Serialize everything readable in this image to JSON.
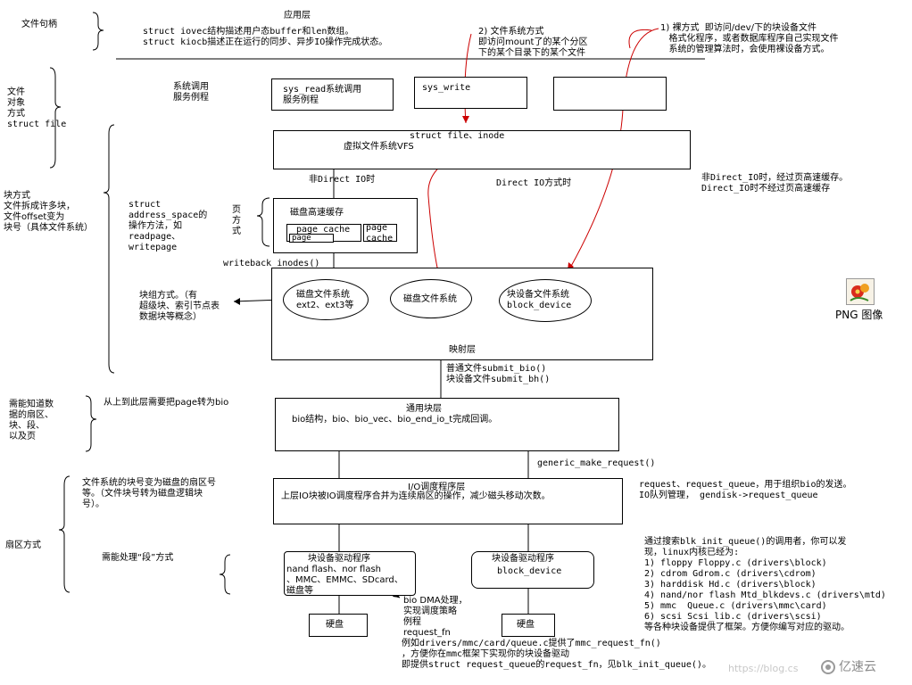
{
  "left": {
    "file_handle": "文件句柄",
    "file_object": "文件\n对象\n方式\nstruct file",
    "block_mode": "块方式\n文件拆成许多块，\n文件offset变为\n块号（具体文件系统）",
    "need_know": "需能知道数\n据的扇区、\n块、段、\n以及页",
    "sector_mode": "扇区方式"
  },
  "top": {
    "app_layer": "应用层",
    "iovec": "struct iovec结构描述用户态buffer和len数组。\nstruct kiocb描述正在运行的同步、异步IO操作完成状态。",
    "fs_mode": "2) 文件系统方式\n即访问mount了的某个分区\n下的某个目录下的某个文件",
    "raw_mode": "1) 裸方式  即访问/dev/下的块设备文件\n   格式化程序，或者数据库程序自己实现文件\n   系统的管理算法时，会使用裸设备方式。"
  },
  "syscall": {
    "label": "系统调用\n服务例程",
    "sys_read": "sys_read系统调用\n服务例程",
    "sys_write": "sys_write"
  },
  "vfs": {
    "title": "struct file、inode",
    "subtitle": "虚拟文件系统VFS",
    "non_direct": "非Direct IO时",
    "direct": "Direct IO方式时",
    "note": "非Direct_IO时，经过页高速缓存。\nDirect_IO时不经过页高速缓存"
  },
  "cache": {
    "address_space": "struct\naddress_space的\n操作方法，如\nreadpage、\nwritepage",
    "page_mode": "页\n方\n式",
    "title": "磁盘高速缓存",
    "page_cache_1": "page cache",
    "page_1": "page",
    "page_cache_2": "page\ncache",
    "writeback": "writeback_inodes()"
  },
  "mapping": {
    "block_group": "块组方式。（有\n超级块、索引节点表\n数据块等概念）",
    "disk_fs_1": "磁盘文件系统\next2、ext3等",
    "disk_fs_2": "磁盘文件系统",
    "block_dev_fs": "块设备文件系统\nblock_device",
    "label": "映射层",
    "submit": "普通文件submit_bio()\n块设备文件submit_bh()",
    "png_label": "PNG 图像"
  },
  "generic": {
    "page_to_bio": "从上到此层需要把page转为bio",
    "title": "通用块层",
    "desc": "bio结构，bio、bio_vec、bio_end_io_t完成回调。",
    "make_request": "generic_make_request()"
  },
  "iosched": {
    "convert": "文件系统的块号变为磁盘的扇区号\n等。（文件块号转为磁盘逻辑块\n号）。",
    "title": "I/O调度程序层",
    "desc": "上层IO块被IO调度程序合并为连续扇区的操作，减少磁头移动次数。",
    "right_note": "request、request_queue，用于组织bio的发送。\nIO队列管理， gendisk->request_queue"
  },
  "driver": {
    "segment": "需能处理“段”方式",
    "drv1_title": "块设备驱动程序",
    "drv1_list": "nand flash、nor flash\n、MMC、EMMC、SDcard、\n磁盘等",
    "drv2_title": "块设备驱动程序",
    "drv2_sub": "block_device",
    "dma": "bio DMA处理，\n实现调度策略\n例程\nrequest_fn",
    "disk1": "硬盘",
    "disk2": "硬盘",
    "search_note": "通过搜索blk_init_queue()的调用者，你可以发\n现，linux内核已经为:\n1) floppy Floppy.c (drivers\\block)\n2) cdrom Gdrom.c (drivers\\cdrom)\n3) harddisk Hd.c (drivers\\block)\n4) nand/nor flash Mtd_blkdevs.c (drivers\\mtd)\n5) mmc  Queue.c (drivers\\mmc\\card)\n6) scsi Scsi_lib.c (drivers\\scsi)\n等各种块设备提供了框架。方便你编写对应的驱动。",
    "bottom_note": "例如drivers/mmc/card/queue.c提供了mmc_request_fn()\n，方便你在mmc框架下实现你的块设备驱动\n即提供struct request_queue的request_fn，见blk_init_queue()。"
  },
  "watermark": {
    "url": "https://blog.cs",
    "brand": "亿速云"
  }
}
